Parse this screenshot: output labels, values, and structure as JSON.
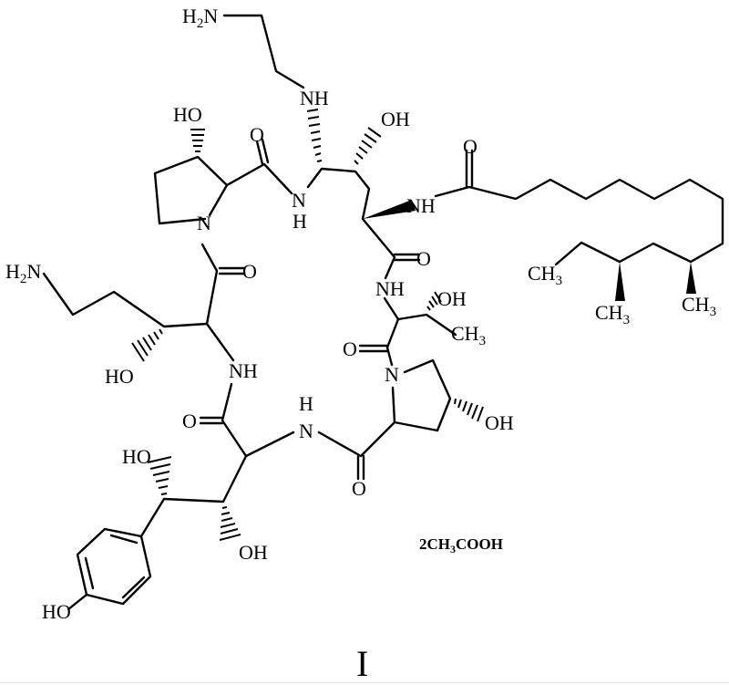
{
  "figure": {
    "type": "chemical-structure",
    "compound_label": "I",
    "salt_label_parts": {
      "prefix": "2CH",
      "sub": "3",
      "suffix": "COOH"
    },
    "atom_labels": {
      "h2n_top": {
        "main": "H",
        "sub": "2",
        "tail": "N"
      },
      "nh_top": "NH",
      "ho_pyrrolidine": "HO",
      "oh_center": "OH",
      "o_amide_top": "O",
      "n_amide_top": "N",
      "h_amide_top": "H",
      "nh_acyl": "NH",
      "o_acyl": "O",
      "n_pyrrolidine_left": "N",
      "o_left_upper": "O",
      "o_right_upper": "O",
      "nh_right": "NH",
      "oh_threonine": "OH",
      "ch3_threonine": {
        "main": "CH",
        "sub": "3"
      },
      "h2n_left": {
        "main": "H",
        "sub": "2",
        "tail": "N"
      },
      "ho_left": "HO",
      "nh_left": "NH",
      "o_right_mid": "O",
      "n_pyrrolidine_right": "N",
      "oh_pyrrolidine_right": "OH",
      "h_amide_bottom": "H",
      "n_amide_bottom": "N",
      "o_left_lower": "O",
      "o_bottom": "O",
      "ho_benzylic": "HO",
      "oh_lower": "OH",
      "ho_phenol": "HO",
      "ch3_chain_end": {
        "main": "CH",
        "sub": "3"
      },
      "ch3_branch_1": {
        "main": "CH",
        "sub": "3"
      },
      "ch3_branch_2": {
        "main": "CH",
        "sub": "3"
      }
    }
  }
}
